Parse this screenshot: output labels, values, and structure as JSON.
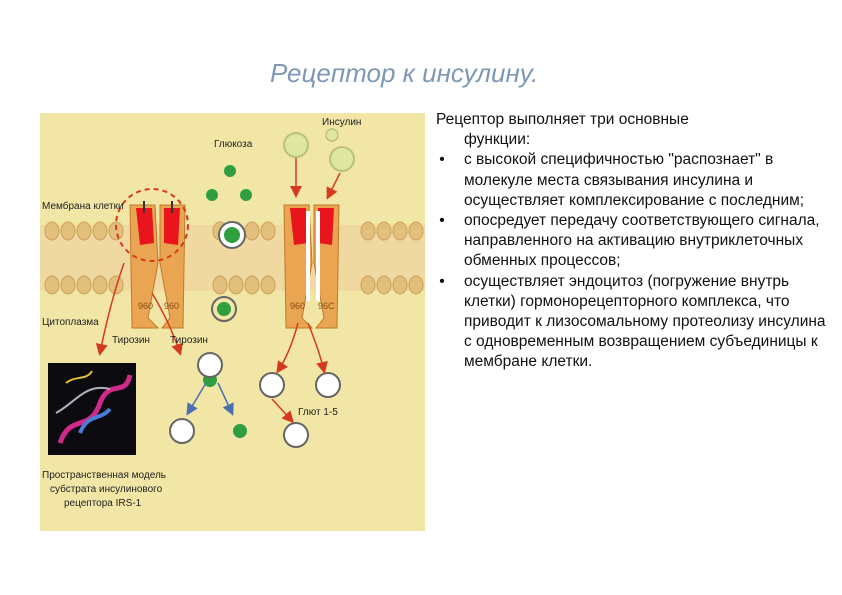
{
  "title": "Рецептор к инсулину.",
  "intro_line1": "Рецептор выполняет три основные",
  "intro_line2": "функции:",
  "functions": [
    "с высокой специфичностью \"распознает\" в молекуле места связывания инсулина и осуществляет комплексирование с последним;",
    "опосредует передачу соответствующего сигнала, направленного на активацию внутриклеточных обменных процессов;",
    "осуществляет эндоцитоз (погружение внутрь клетки) гормонорецепторного комплекса, что приводит к лизосомальному протеолизу инсулина с одновременным возвращением субъединицы к мембране клетки."
  ],
  "bullet_glyph": "•",
  "figure": {
    "labels": {
      "insulin": "Инсулин",
      "glucose": "Глюкоза",
      "membrane": "Мембрана клетки",
      "cytoplasm": "Цитоплазма",
      "tyrosine1": "Тирозин",
      "tyrosine2": "Тирозин",
      "glut": "Глют 1-5",
      "num960a": "960",
      "num960b": "960",
      "num960c": "960",
      "num960d": "96C",
      "caption": "Пространственная модель субстрата инсулинового рецептора IRS-1",
      "caption_l1": "Пространственная модель",
      "caption_l2": "субстрата инсулинового",
      "caption_l3": "рецептора IRS-1"
    },
    "colors": {
      "background": "#f1e6a6",
      "membrane": "#e9cf8f",
      "receptor": "#e9a552",
      "alpha_subunit": "#e8161c",
      "glucose": "#2e9e3f",
      "arrow": "#d63a1e",
      "blue_arrow": "#4b6fb3",
      "insulin": "#dfe6a0"
    }
  }
}
